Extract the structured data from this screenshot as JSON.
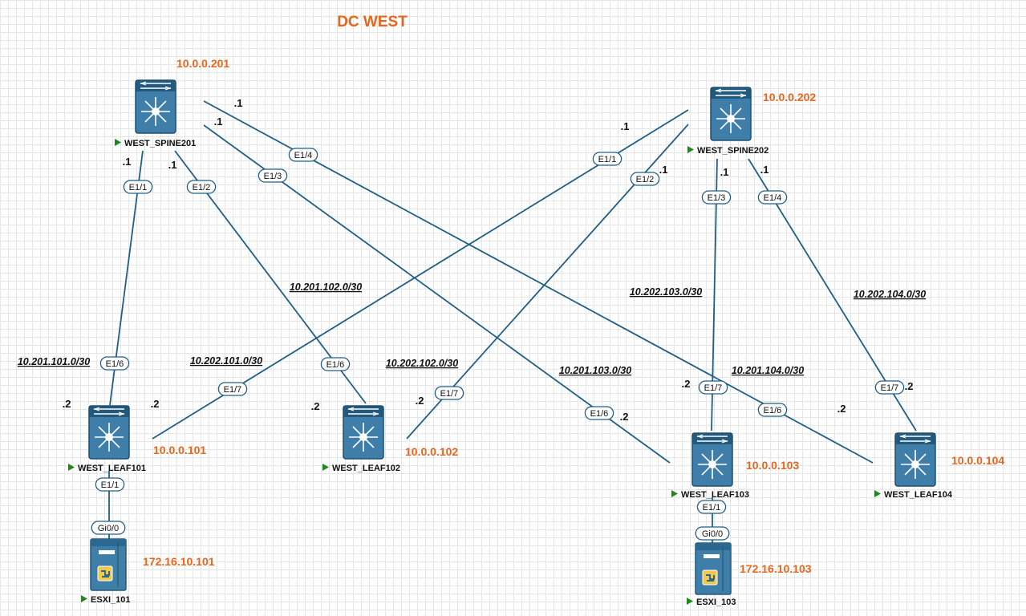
{
  "title": "DC WEST",
  "colors": {
    "link": "#1f5f86",
    "accent": "#e8661c",
    "device_fill": "#3e7ea8",
    "device_dark": "#23597d",
    "status": "#1e8a1e"
  },
  "devices": {
    "spine201": {
      "name": "WEST_SPINE201",
      "ip": "10.0.0.201",
      "icon": "nexus-switch-icon"
    },
    "spine202": {
      "name": "WEST_SPINE202",
      "ip": "10.0.0.202",
      "icon": "nexus-switch-icon"
    },
    "leaf101": {
      "name": "WEST_LEAF101",
      "ip": "10.0.0.101",
      "icon": "nexus-switch-icon"
    },
    "leaf102": {
      "name": "WEST_LEAF102",
      "ip": "10.0.0.102",
      "icon": "nexus-switch-icon"
    },
    "leaf103": {
      "name": "WEST_LEAF103",
      "ip": "10.0.0.103",
      "icon": "nexus-switch-icon"
    },
    "leaf104": {
      "name": "WEST_LEAF104",
      "ip": "10.0.0.104",
      "icon": "nexus-switch-icon"
    },
    "esxi101": {
      "name": "ESXI_101",
      "ip": "172.16.10.101",
      "icon": "esxi-server-icon"
    },
    "esxi103": {
      "name": "ESXI_103",
      "ip": "172.16.10.103",
      "icon": "esxi-server-icon"
    }
  },
  "links": [
    {
      "from": "spine201",
      "to": "leaf101",
      "a_if": "E1/1",
      "b_if": "E1/6",
      "a_host": ".1",
      "b_host": ".2",
      "subnet": "10.201.101.0/30"
    },
    {
      "from": "spine201",
      "to": "leaf102",
      "a_if": "E1/2",
      "b_if": "E1/6",
      "a_host": ".1",
      "b_host": ".2",
      "subnet": "10.201.102.0/30"
    },
    {
      "from": "spine201",
      "to": "leaf103",
      "a_if": "E1/3",
      "b_if": "E1/6",
      "a_host": ".1",
      "b_host": ".2",
      "subnet": "10.201.103.0/30"
    },
    {
      "from": "spine201",
      "to": "leaf104",
      "a_if": "E1/4",
      "b_if": "E1/6",
      "a_host": ".1",
      "b_host": ".2",
      "subnet": "10.201.104.0/30"
    },
    {
      "from": "spine202",
      "to": "leaf101",
      "a_if": "E1/1",
      "b_if": "E1/7",
      "a_host": ".1",
      "b_host": ".2",
      "subnet": "10.202.101.0/30"
    },
    {
      "from": "spine202",
      "to": "leaf102",
      "a_if": "E1/2",
      "b_if": "E1/7",
      "a_host": ".1",
      "b_host": ".2",
      "subnet": "10.202.102.0/30"
    },
    {
      "from": "spine202",
      "to": "leaf103",
      "a_if": "E1/3",
      "b_if": "E1/7",
      "a_host": ".1",
      "b_host": ".2",
      "subnet": "10.202.103.0/30"
    },
    {
      "from": "spine202",
      "to": "leaf104",
      "a_if": "E1/4",
      "b_if": "E1/7",
      "a_host": ".1",
      "b_host": ".2",
      "subnet": "10.202.104.0/30"
    },
    {
      "from": "leaf101",
      "to": "esxi101",
      "a_if": "E1/1",
      "b_if": "Gi0/0"
    },
    {
      "from": "leaf103",
      "to": "esxi103",
      "a_if": "E1/1",
      "b_if": "Gi0/0"
    }
  ]
}
